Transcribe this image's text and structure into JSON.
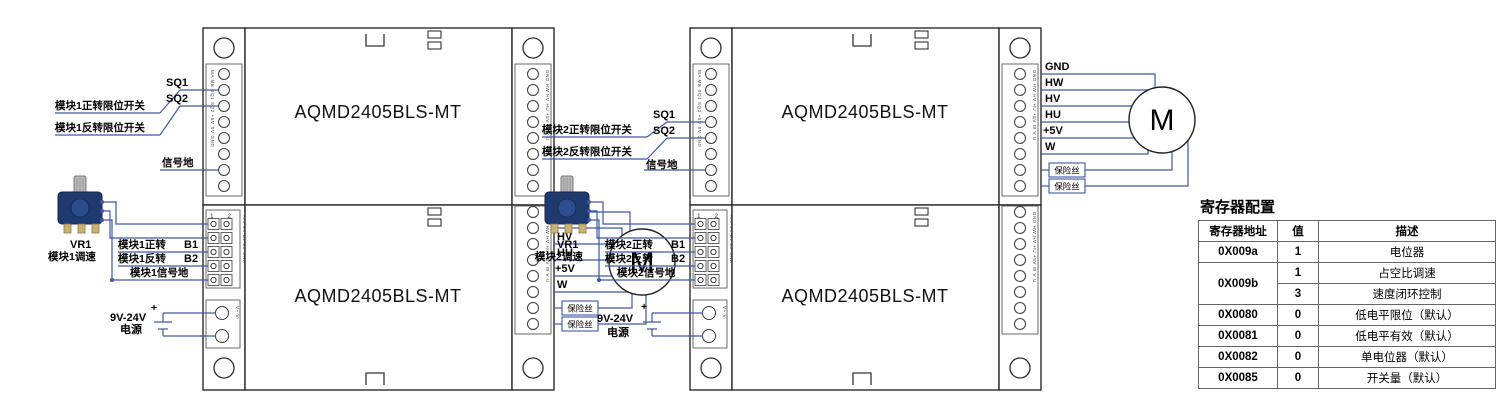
{
  "shared": {
    "motor": "M",
    "fuse": "保险丝",
    "conn_header": "1 2"
  },
  "power": {
    "voltage": "9V-24V",
    "label": "电源",
    "plus": "+"
  },
  "motor_wires": {
    "gnd": "GND",
    "hw": "HW",
    "hv": "HV",
    "hu": "HU",
    "v5": "+5V",
    "w": "W"
  },
  "pins": {
    "left_top": "MA MB SQ1 SQ2 +5V SV GND",
    "conn": "+5V SV B1 B2 GND",
    "right": "GND HW HV HU +5V W V U",
    "power": "V+ V-"
  },
  "assemblies": [
    {
      "module_name": "AQMD2405BLS-MT",
      "limit_fwd": "模块1正转限位开关",
      "limit_rev": "模块1反转限位开关",
      "sq1": "SQ1",
      "sq2": "SQ2",
      "signal_ground": "信号地",
      "vr": "VR1",
      "speed_label": "模块1调速",
      "fwd": "模块1正转",
      "rev": "模块1反转",
      "b1": "B1",
      "b2": "B2",
      "sig_gnd": "模块1信号地"
    },
    {
      "module_name": "AQMD2405BLS-MT",
      "limit_fwd": "模块2正转限位开关",
      "limit_rev": "模块2反转限位开关",
      "sq1": "SQ1",
      "sq2": "SQ2",
      "signal_ground": "信号地",
      "vr": "VR1",
      "speed_label": "模块2调速",
      "fwd": "模块2正转",
      "rev": "模块2反转",
      "b1": "B1",
      "b2": "B2",
      "sig_gnd": "模块2信号地"
    }
  ],
  "register_table": {
    "title": "寄存器配置",
    "headers": [
      "寄存器地址",
      "值",
      "描述"
    ],
    "rows": [
      {
        "addr": "0X009a",
        "val": "1",
        "desc": "电位器"
      },
      {
        "addr": "0X009b",
        "val": "1",
        "desc": "占空比调速"
      },
      {
        "addr": "",
        "val": "3",
        "desc": "速度闭环控制"
      },
      {
        "addr": "0X0080",
        "val": "0",
        "desc": "低电平限位（默认）"
      },
      {
        "addr": "0X0081",
        "val": "0",
        "desc": "低电平有效（默认）"
      },
      {
        "addr": "0X0082",
        "val": "0",
        "desc": "单电位器（默认）"
      },
      {
        "addr": "0X0085",
        "val": "0",
        "desc": "开关量（默认）"
      }
    ]
  }
}
